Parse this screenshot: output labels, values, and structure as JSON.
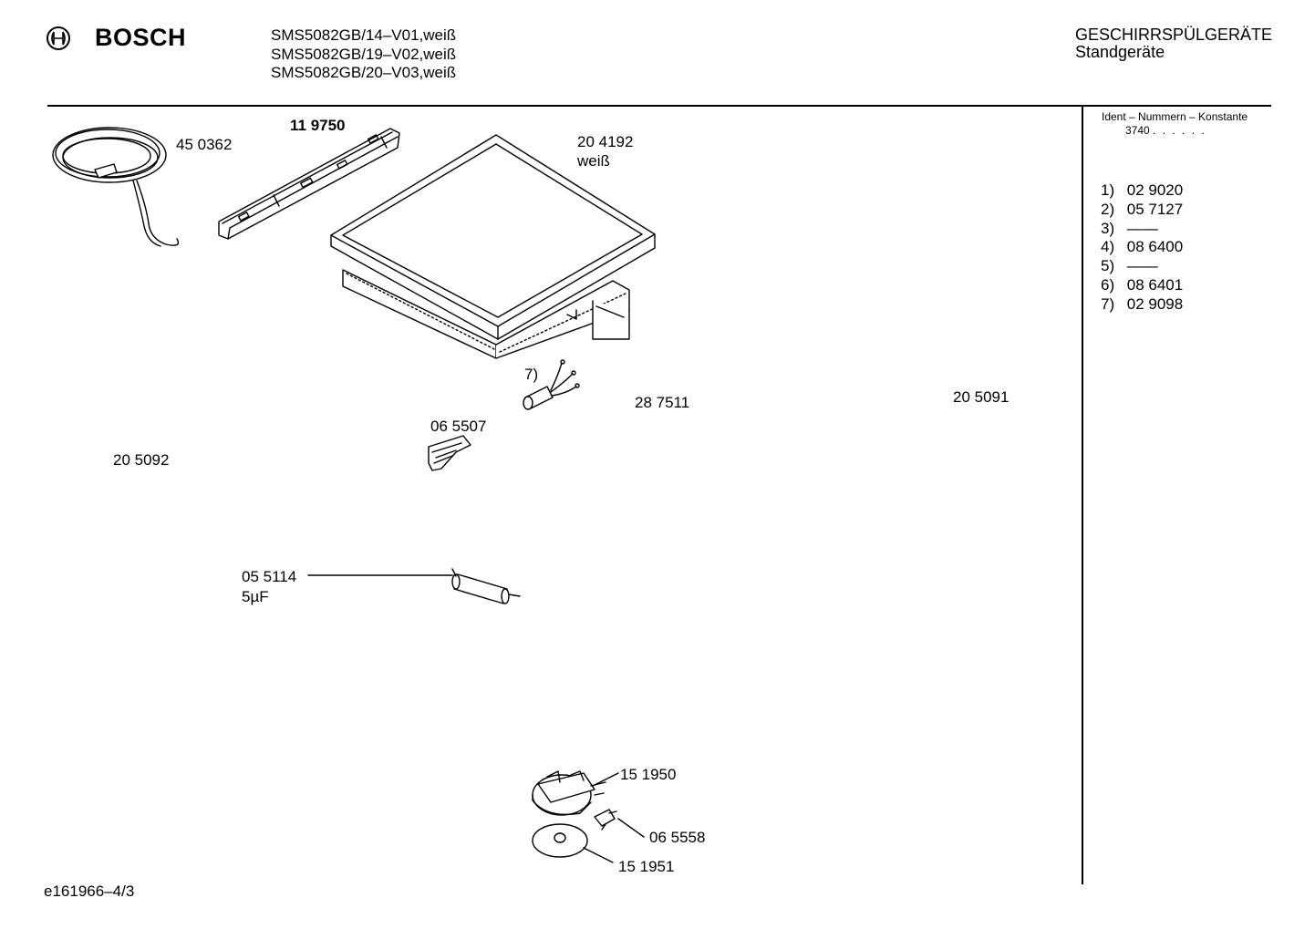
{
  "header": {
    "brand": "BOSCH",
    "models": [
      "SMS5082GB/14–V01,weiß",
      "SMS5082GB/19–V02,weiß",
      "SMS5082GB/20–V03,weiß"
    ],
    "category_line1": "GESCHIRRSPÜLGERÄTE",
    "category_line2": "Standgeräte"
  },
  "sidebar": {
    "ident_title": "Ident – Nummern – Konstante",
    "ident_value": "3740",
    "ident_dots": ". .  . . . .",
    "constants": [
      {
        "key": "1)",
        "value": "02 9020"
      },
      {
        "key": "2)",
        "value": "05 7127"
      },
      {
        "key": "3)",
        "value": "——"
      },
      {
        "key": "4)",
        "value": "08 6400"
      },
      {
        "key": "5)",
        "value": "——"
      },
      {
        "key": "6)",
        "value": "08 6401"
      },
      {
        "key": "7)",
        "value": "02 9098"
      }
    ]
  },
  "parts": {
    "cable": "45 0362",
    "rail": "11 9750",
    "top_panel": "20 4192",
    "top_panel_color": "weiß",
    "marker7": "7)",
    "suppressor": "28 7511",
    "part_205091": "20 5091",
    "clip": "06 5507",
    "part_205092": "20 5092",
    "capacitor": "05 5114",
    "capacitor_value": "5µF",
    "pump_housing": "15 1950",
    "plug": "06 5558",
    "disc": "15 1951"
  },
  "footer": {
    "doc_id": "e161966–4/3"
  }
}
